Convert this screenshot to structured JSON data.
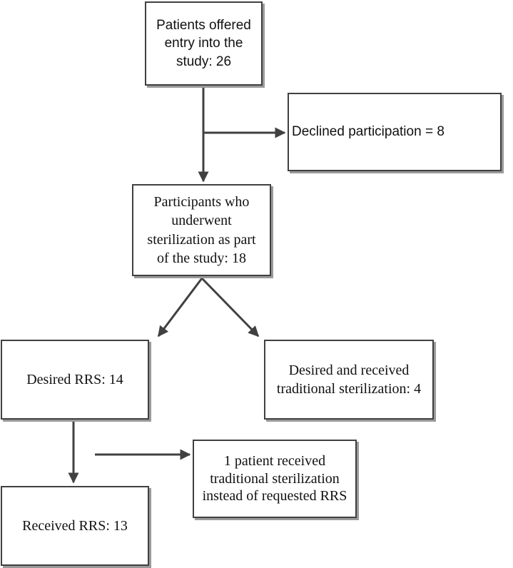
{
  "diagram": {
    "nodes": [
      {
        "id": "offered",
        "text": "Patients offered\nentry into the\nstudy: 26"
      },
      {
        "id": "declined",
        "text": "Declined participation = 8"
      },
      {
        "id": "participants",
        "text": "Participants who\nunderwent\nsterilization as part\nof the study: 18"
      },
      {
        "id": "desired_rrs",
        "text": "Desired RRS: 14"
      },
      {
        "id": "traditional",
        "text": "Desired and received\ntraditional sterilization: 4"
      },
      {
        "id": "one_patient",
        "text": "1 patient received\ntraditional sterilization\ninstead of requested RRS"
      },
      {
        "id": "received_rrs",
        "text": "Received RRS: 13"
      }
    ],
    "edges": [
      {
        "from": "offered",
        "to": "participants"
      },
      {
        "from": "offered",
        "to": "declined"
      },
      {
        "from": "participants",
        "to": "desired_rrs"
      },
      {
        "from": "participants",
        "to": "traditional"
      },
      {
        "from": "desired_rrs",
        "to": "received_rrs"
      },
      {
        "from": "desired_rrs",
        "to": "one_patient"
      }
    ],
    "colors": {
      "line": "#404040",
      "border": "#404040",
      "shadow": "#9a9a9a",
      "text": "#111111"
    }
  }
}
